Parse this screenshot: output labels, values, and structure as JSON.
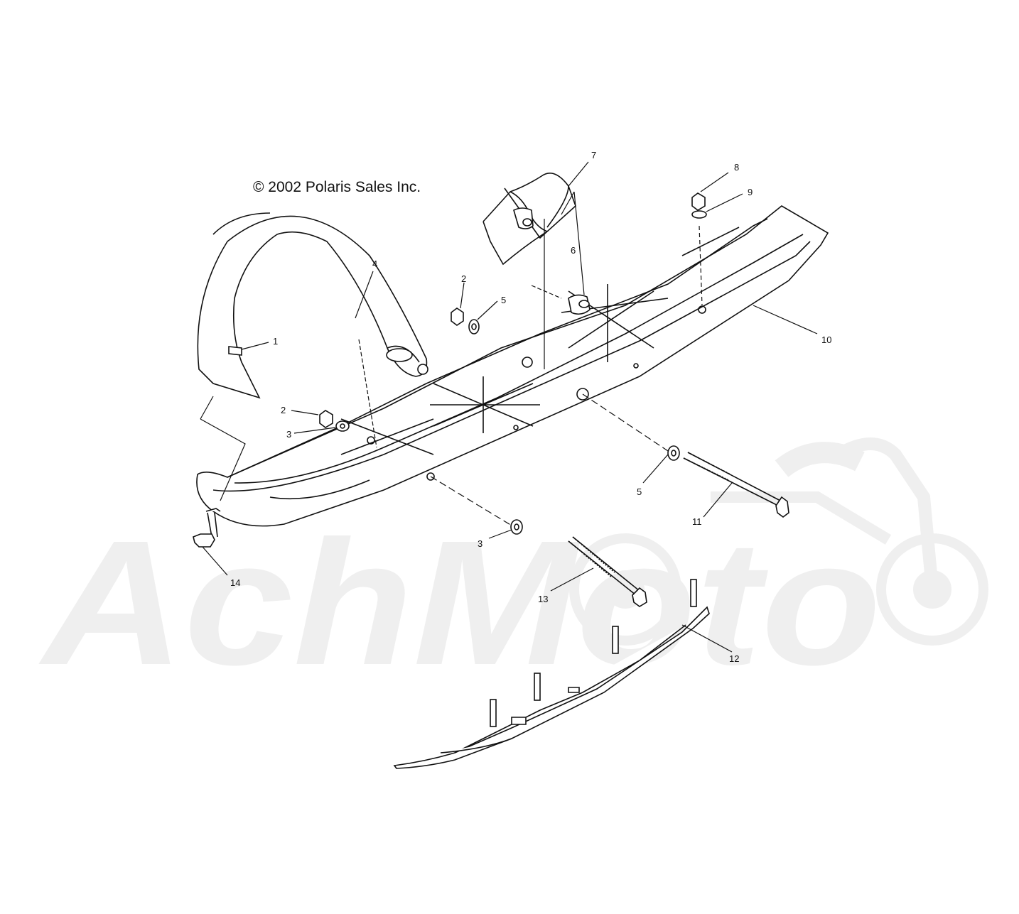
{
  "diagram": {
    "copyright": "© 2002 Polaris Sales Inc.",
    "watermark": "AchMoto",
    "callouts": [
      {
        "id": "c1",
        "label": "1"
      },
      {
        "id": "c2a",
        "label": "2"
      },
      {
        "id": "c2b",
        "label": "2"
      },
      {
        "id": "c3a",
        "label": "3"
      },
      {
        "id": "c3b",
        "label": "3"
      },
      {
        "id": "c4",
        "label": "4"
      },
      {
        "id": "c5a",
        "label": "5"
      },
      {
        "id": "c5b",
        "label": "5"
      },
      {
        "id": "c6",
        "label": "6"
      },
      {
        "id": "c7",
        "label": "7"
      },
      {
        "id": "c8",
        "label": "8"
      },
      {
        "id": "c9",
        "label": "9"
      },
      {
        "id": "c10",
        "label": "10"
      },
      {
        "id": "c11",
        "label": "11"
      },
      {
        "id": "c12",
        "label": "12"
      },
      {
        "id": "c13",
        "label": "13"
      },
      {
        "id": "c14",
        "label": "14"
      }
    ],
    "colors": {
      "line": "#111111",
      "watermark": "#eeeeee",
      "background": "#ffffff"
    }
  }
}
